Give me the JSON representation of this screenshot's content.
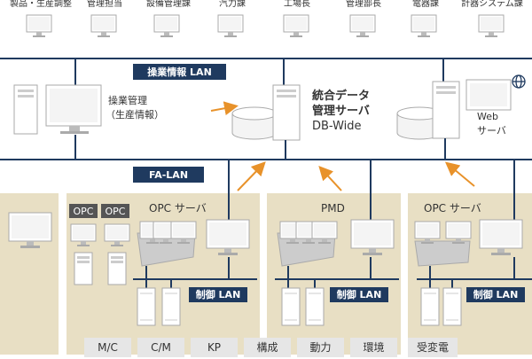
{
  "departments": [
    {
      "label": "製品・生産調整"
    },
    {
      "label": "管理担当"
    },
    {
      "label": "設備管理課"
    },
    {
      "label": "汽力課"
    },
    {
      "label": "工場長"
    },
    {
      "label": "管理部長"
    },
    {
      "label": "電器課"
    },
    {
      "label": "計器システム課"
    }
  ],
  "info_lan_label": "操業情報 LAN",
  "ops_mgmt": {
    "line1": "操業管理",
    "line2": "（生産情報）"
  },
  "db_server": {
    "line1": "統合データ",
    "line2": "管理サーバ",
    "line3": "DB-Wide"
  },
  "web_server": {
    "line1": "Web",
    "line2": "サーバ"
  },
  "fa_lan_label": "FA-LAN",
  "opc_tag": "OPC",
  "opc_server_label": "OPC サーバ",
  "pmd_label": "PMD",
  "control_lan_label": "制御 LAN",
  "bottom_tabs": [
    "M/C",
    "C/M",
    "KP",
    "構成",
    "動力",
    "環境",
    "受変電"
  ],
  "colors": {
    "navy": "#1f3a5f",
    "beige": "#e8dfc4",
    "line": "#1f3a5f",
    "arrow": "#e8922a"
  }
}
